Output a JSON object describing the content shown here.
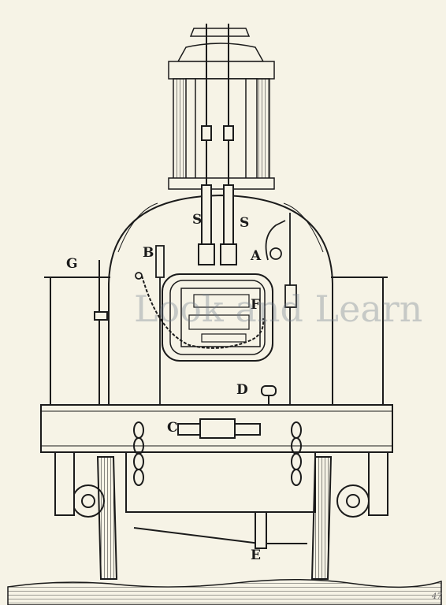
{
  "figure": {
    "labels": {
      "S1": "S",
      "S2": "S",
      "G": "G",
      "B": "B",
      "A": "A",
      "F": "F",
      "D": "D",
      "C": "C",
      "E": "E"
    },
    "watermark": "Look and Learn",
    "page_number": "47"
  },
  "colors": {
    "ink": "#1b1b1b",
    "paper": "#f6f3e6",
    "watermark": "#6e7c8c"
  }
}
